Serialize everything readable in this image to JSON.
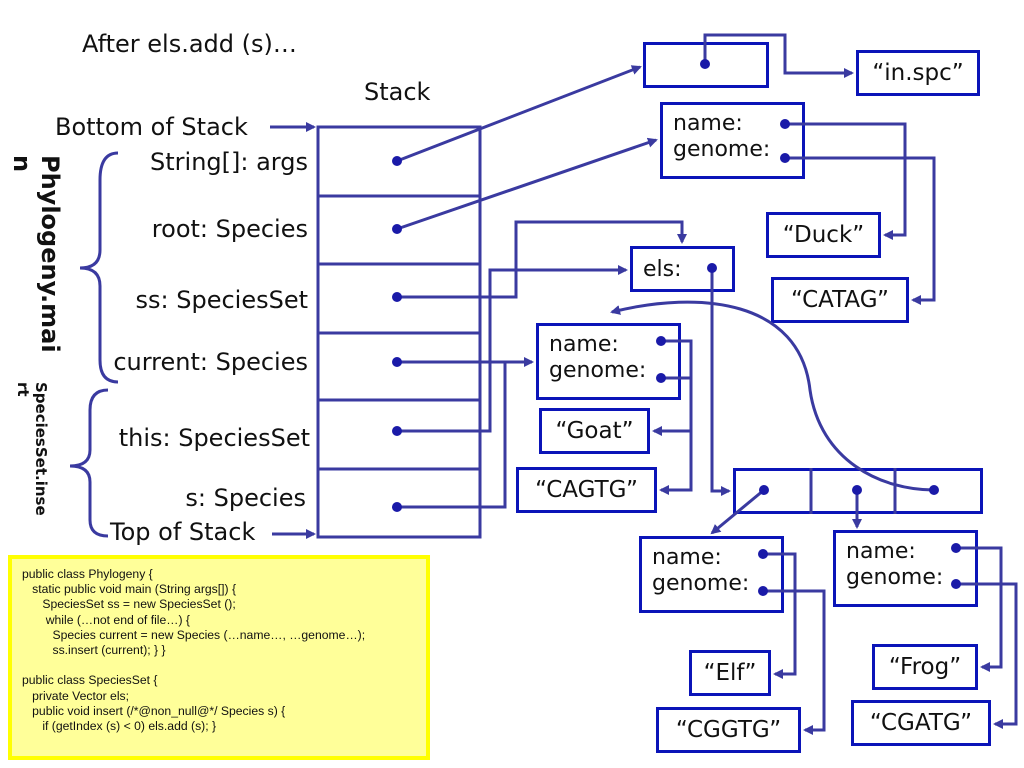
{
  "slide": {
    "title": "After els.add (s)…",
    "stack_title": "Stack",
    "bottom_label": "Bottom of Stack",
    "top_label": "Top of Stack"
  },
  "frames": [
    {
      "name": "Phylogeny.main",
      "display": "Phylogeny.mai\nn"
    },
    {
      "name": "SpeciesSet.insert",
      "display": "SpeciesSet.inse\nrt"
    }
  ],
  "stack_slots": [
    {
      "label": "String[]: args"
    },
    {
      "label": "root: Species"
    },
    {
      "label": "ss: SpeciesSet"
    },
    {
      "label": "current: Species"
    },
    {
      "label": "this: SpeciesSet"
    },
    {
      "label": "s: Species"
    }
  ],
  "heap": {
    "file_string": "“in.spc”",
    "root_obj": {
      "name_field": "name:",
      "genome_field": "genome:",
      "name_value": "“Duck”",
      "genome_value": "“CATAG”"
    },
    "speciesset_obj": {
      "field": "els:"
    },
    "goat_obj": {
      "name_field": "name:",
      "genome_field": "genome:",
      "name_value": "“Goat”",
      "genome_value": "“CAGTG”"
    },
    "elf_obj": {
      "name_field": "name:",
      "genome_field": "genome:",
      "name_value": "“Elf”",
      "genome_value": "“CGGTG”"
    },
    "frog_obj": {
      "name_field": "name:",
      "genome_field": "genome:",
      "name_value": "“Frog”",
      "genome_value": "“CGATG”"
    },
    "vector_cells": 3
  },
  "code": {
    "text": "public class Phylogeny {\n   static public void main (String args[]) {\n      SpeciesSet ss = new SpeciesSet ();\n       while (…not end of file…) {\n         Species current = new Species (…name…, …genome…);\n         ss.insert (current); } }\n\npublic class SpeciesSet {\n   private Vector els;\n   public void insert (/*@non_null@*/ Species s) {\n      if (getIndex (s) < 0) els.add (s); }"
  },
  "colors": {
    "line": "#3a3aa0",
    "box_border": "#0b14b8",
    "code_bg": "#ffff99",
    "code_border": "#ffff00"
  }
}
